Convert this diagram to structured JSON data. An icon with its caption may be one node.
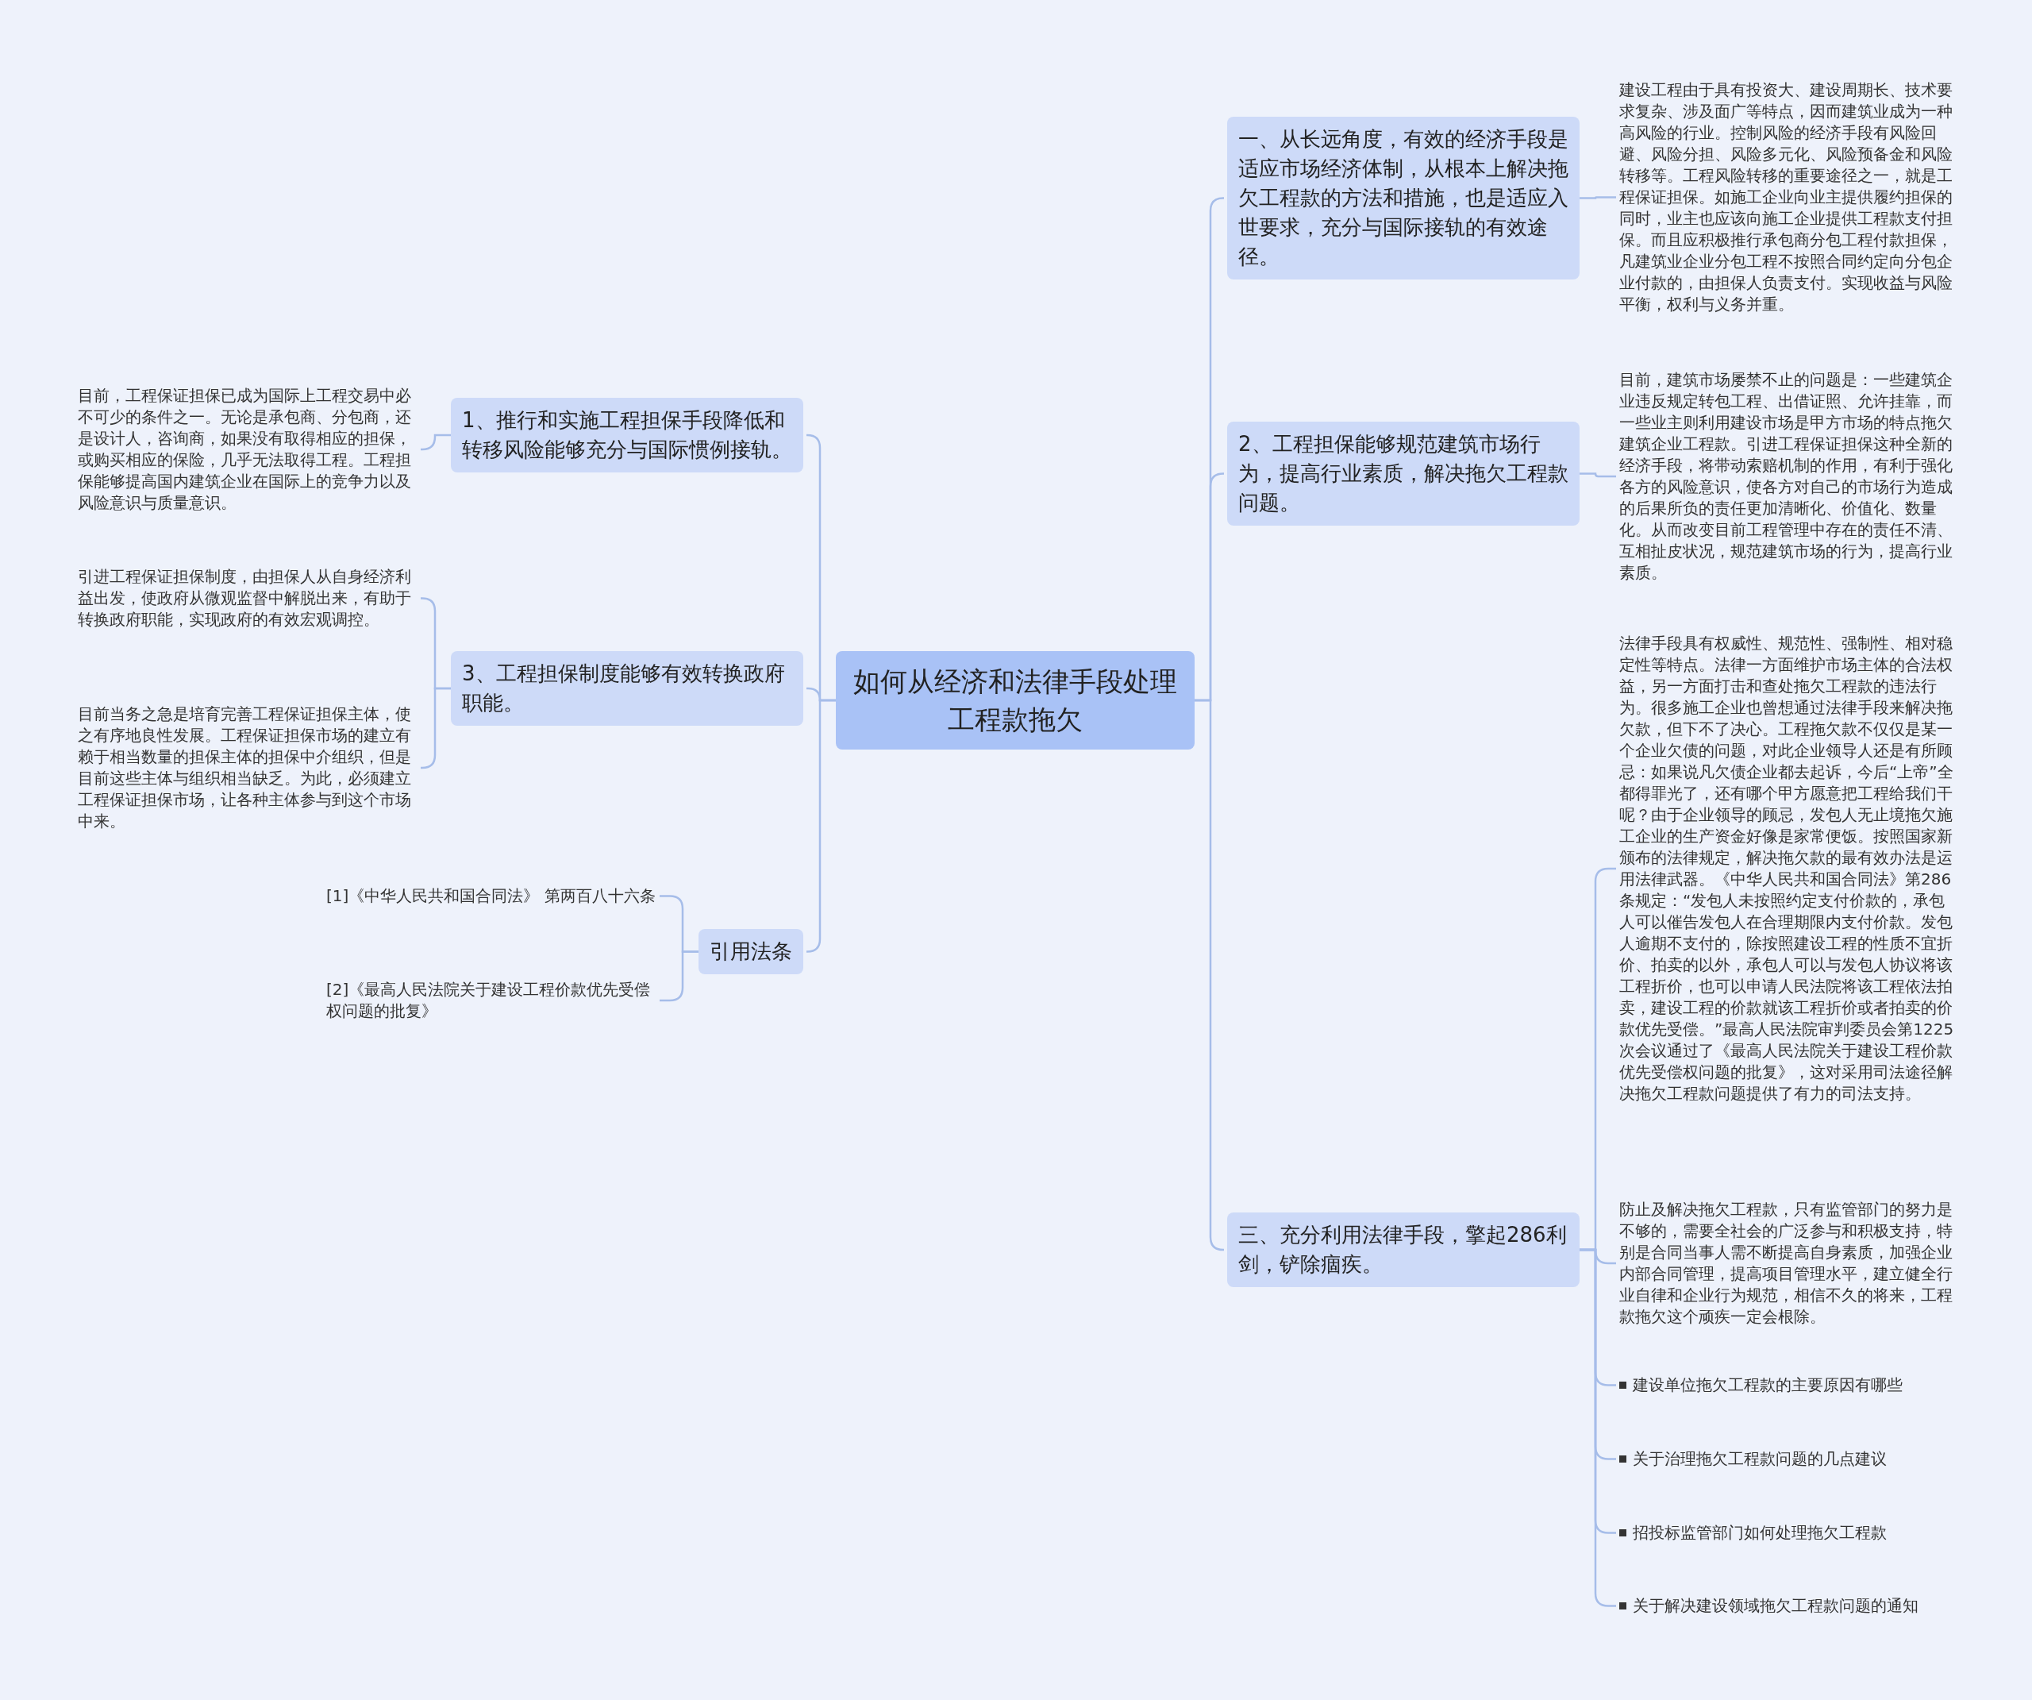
{
  "diagram": {
    "nodes": [
      {
        "text": [
          "如何从经济和法律手段处理工程款拖欠"
        ]
      },
      {
        "text": [
          "一、从长远角度，有效的经济手段是适应市场经济体制，从根本上解决拖欠工程款的方法和措施，也是适应入世要求，充分与国际接轨的有效途径。"
        ]
      },
      {
        "text": [
          "建设工程由于具有投资大、建设周期长、技术要求复杂、涉及面广等特点，因而建筑业成为一种高风险的行业。控制风险的经济手段有风险回避、风险分担、风险多元化、风险预备金和风险转移等。工程风险转移的重要途径之一，就是工程保证担保。如施工企业向业主提供履约担保的同时，业主也应该向施工企业提供工程款支付担保。而且应积极推行承包商分包工程付款担保，凡建筑业企业分包工程不按照合同约定向分包企业付款的，由担保人负责支付。实现收益与风险平衡，权利与义务并重。"
        ]
      },
      {
        "text": [
          "2、工程担保能够规范建筑市场行为，提高行业素质，解决拖欠工程款问题。"
        ]
      },
      {
        "text": [
          "目前，建筑市场屡禁不止的问题是：一些建筑企业违反规定转包工程、出借证照、允许挂靠，而一些业主则利用建设市场是甲方市场的特点拖欠建筑企业工程款。引进工程保证担保这种全新的经济手段，将带动索赔机制的作用，有利于强化各方的风险意识，使各方对自己的市场行为造成的后果所负的责任更加清晰化、价值化、数量化。从而改变目前工程管理中存在的责任不清、互相扯皮状况，规范建筑市场的行为，提高行业素质。"
        ]
      },
      {
        "text": [
          "三、充分利用法律手段，擎起286利剑，铲除痼疾。"
        ]
      },
      {
        "text": [
          "法律手段具有权威性、规范性、强制性、相对稳定性等特点。法律一方面维护市场主体的合法权益，另一方面打击和查处拖欠工程款的违法行为。很多施工企业也曾想通过法律手段来解决拖欠款，但下不了决心。工程拖欠款不仅仅是某一个企业欠债的问题，对此企业领导人还是有所顾忌：如果说凡欠债企业都去起诉，今后“上帝”全都得罪光了，还有哪个甲方愿意把工程给我们干呢？由于企业领导的顾忌，发包人无止境拖欠施工企业的生产资金好像是家常便饭。按照国家新颁布的法律规定，解决拖欠款的最有效办法是运用法律武器。《中华人民共和国合同法》第286条规定：“发包人未按照约定支付价款的，承包人可以催告发包人在合理期限内支付价款。发包人逾期不支付的，除按照建设工程的性质不宜折价、拍卖的以外，承包人可以与发包人协议将该工程折价，也可以申请人民法院将该工程依法拍卖，建设工程的价款就该工程折价或者拍卖的价款优先受偿。”最高人民法院审判委员会第1225次会议通过了《最高人民法院关于建设工程价款优先受偿权问题的批复》，这对采用司法途径解决拖欠工程款问题提供了有力的司法支持。"
        ]
      },
      {
        "text": [
          "防止及解决拖欠工程款，只有监管部门的努力是不够的，需要全社会的广泛参与和积极支持，特别是合同当事人需不断提高自身素质，加强企业内部合同管理，提高项目管理水平，建立健全行业自律和企业行为规范，相信不久的将来，工程款拖欠这个顽疾一定会根除。"
        ]
      },
      {
        "text": [
          "建设单位拖欠工程款的主要原因有哪些"
        ]
      },
      {
        "text": [
          "关于治理拖欠工程款问题的几点建议"
        ]
      },
      {
        "text": [
          "招投标监管部门如何处理拖欠工程款"
        ]
      },
      {
        "text": [
          "关于解决建设领域拖欠工程款问题的通知"
        ]
      },
      {
        "text": [
          "1、推行和实施工程担保手段降低和转移风险能够充分与国际惯例接轨。"
        ]
      },
      {
        "text": [
          "目前，工程保证担保已成为国际上工程交易中必不可少的条件之一。无论是承包商、分包商，还是设计人，咨询商，如果没有取得相应的担保，或购买相应的保险，几乎无法取得工程。工程担保能够提高国内建筑企业在国际上的竞争力以及风险意识与质量意识。"
        ]
      },
      {
        "text": [
          "3、工程担保制度能够有效转换政府职能。"
        ]
      },
      {
        "text": [
          "引进工程保证担保制度，由担保人从自身经济利益出发，使政府从微观监督中解脱出来，有助于转换政府职能，实现政府的有效宏观调控。"
        ]
      },
      {
        "text": [
          "目前当务之急是培育完善工程保证担保主体，使之有序地良性发展。工程保证担保市场的建立有赖于相当数量的担保主体的担保中介组织，但是目前这些主体与组织相当缺乏。为此，必须建立工程保证担保市场，让各种主体参与到这个市场中来。"
        ]
      },
      {
        "text": [
          "引用法条"
        ]
      },
      {
        "text": [
          "[1]《中华人民共和国合同法》 第两百八十六条"
        ]
      },
      {
        "text": [
          "[2]《最高人民法院关于建设工程价款优先受偿权问题的批复》"
        ]
      }
    ],
    "edges": [
      {
        "from": 0,
        "to": 1,
        "arrow": "none"
      },
      {
        "from": 1,
        "to": 2,
        "arrow": "none"
      },
      {
        "from": 0,
        "to": 3,
        "arrow": "none"
      },
      {
        "from": 3,
        "to": 4,
        "arrow": "none"
      },
      {
        "from": 0,
        "to": 5,
        "arrow": "none"
      },
      {
        "from": 5,
        "to": 6,
        "arrow": "none"
      },
      {
        "from": 5,
        "to": 7,
        "arrow": "none"
      },
      {
        "from": 5,
        "to": 8,
        "arrow": "none"
      },
      {
        "from": 5,
        "to": 9,
        "arrow": "none"
      },
      {
        "from": 5,
        "to": 10,
        "arrow": "none"
      },
      {
        "from": 5,
        "to": 11,
        "arrow": "none"
      },
      {
        "from": 0,
        "to": 12,
        "arrow": "none"
      },
      {
        "from": 12,
        "to": 13,
        "arrow": "none"
      },
      {
        "from": 0,
        "to": 14,
        "arrow": "none"
      },
      {
        "from": 14,
        "to": 15,
        "arrow": "none"
      },
      {
        "from": 14,
        "to": 16,
        "arrow": "none"
      },
      {
        "from": 0,
        "to": 17,
        "arrow": "none"
      },
      {
        "from": 17,
        "to": 18,
        "arrow": "none"
      },
      {
        "from": 17,
        "to": 19,
        "arrow": "none"
      }
    ]
  }
}
